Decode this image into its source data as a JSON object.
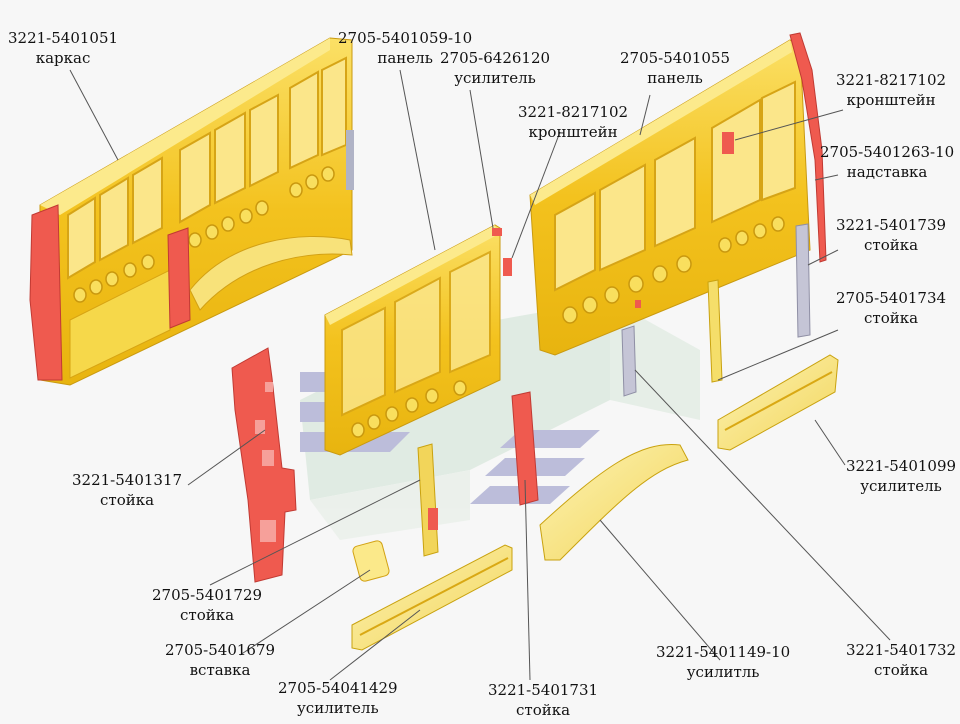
{
  "labels": [
    {
      "number": "3221-5401051",
      "name": "каркас"
    },
    {
      "number": "2705-5401059-10",
      "name": "панель"
    },
    {
      "number": "2705-6426120",
      "name": "усилитель"
    },
    {
      "number": "3221-8217102",
      "name": "кронштейн"
    },
    {
      "number": "2705-5401055",
      "name": "панель"
    },
    {
      "number": "3221-8217102",
      "name": "кронштейн"
    },
    {
      "number": "2705-5401263-10",
      "name": "надставка"
    },
    {
      "number": "3221-5401739",
      "name": "стойка"
    },
    {
      "number": "2705-5401734",
      "name": "стойка"
    },
    {
      "number": "3221-5401099",
      "name": "усилитель"
    },
    {
      "number": "3221-5401317",
      "name": "стойка"
    },
    {
      "number": "2705-5401729",
      "name": "стойка"
    },
    {
      "number": "2705-5401679",
      "name": "вставка"
    },
    {
      "number": "2705-54041429",
      "name": "усилитель"
    },
    {
      "number": "3221-5401731",
      "name": "стойка"
    },
    {
      "number": "3221-5401149-10",
      "name": "усилитль"
    },
    {
      "number": "3221-5401732",
      "name": "стойка"
    }
  ],
  "colors": {
    "yellow": "#f5cf2a",
    "yellow_dark": "#d9a814",
    "yellow_light": "#fbe98a",
    "red": "#ee5a50",
    "grey": "#b9b9c9",
    "line": "#555555"
  }
}
